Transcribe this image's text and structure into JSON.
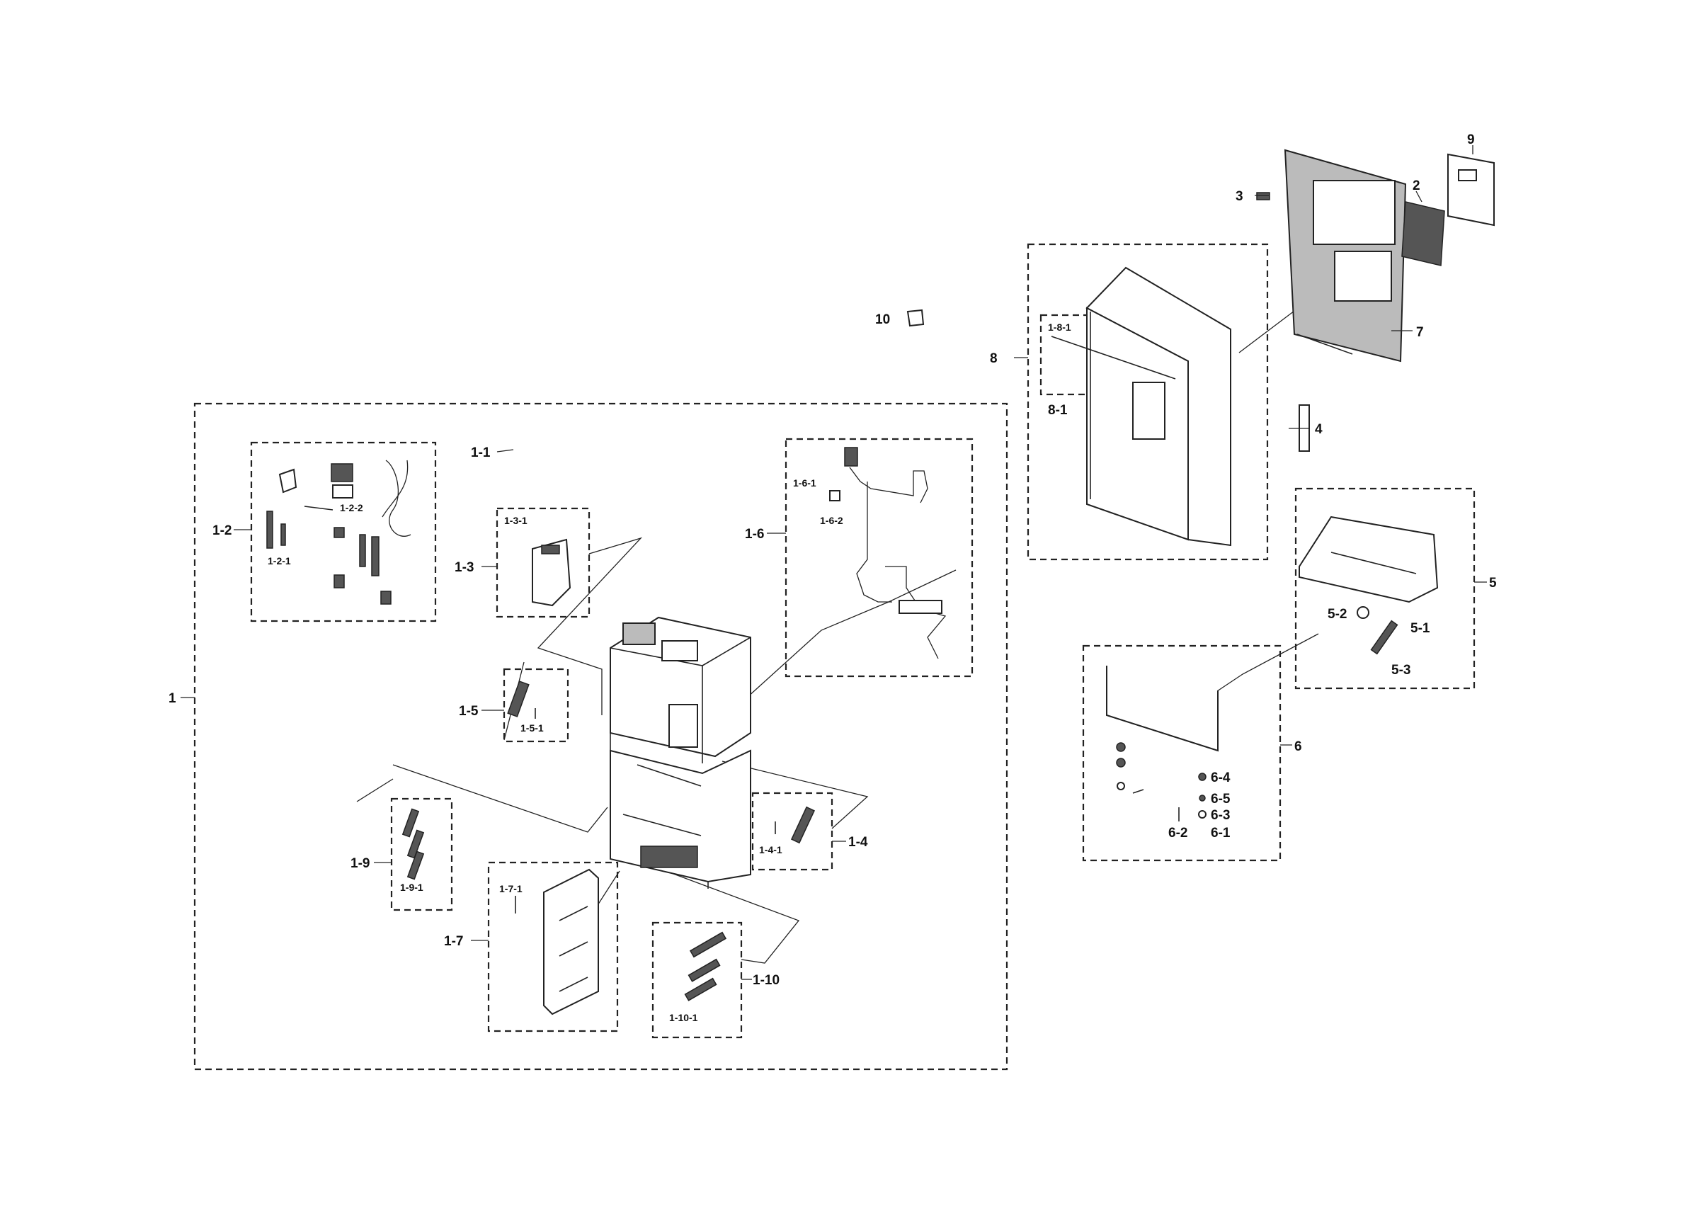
{
  "callouts": {
    "c1": "1",
    "c1_1": "1-1",
    "c1_2": "1-2",
    "c1_2_1": "1-2-1",
    "c1_2_2": "1-2-2",
    "c1_3": "1-3",
    "c1_3_1": "1-3-1",
    "c1_4": "1-4",
    "c1_4_1": "1-4-1",
    "c1_5": "1-5",
    "c1_5_1": "1-5-1",
    "c1_6": "1-6",
    "c1_6_1": "1-6-1",
    "c1_6_2": "1-6-2",
    "c1_7": "1-7",
    "c1_7_1": "1-7-1",
    "c1_9": "1-9",
    "c1_9_1": "1-9-1",
    "c1_10": "1-10",
    "c1_10_1": "1-10-1",
    "c2": "2",
    "c3": "3",
    "c4": "4",
    "c5": "5",
    "c5_1": "5-1",
    "c5_2": "5-2",
    "c5_3": "5-3",
    "c6": "6",
    "c6_1": "6-1",
    "c6_2": "6-2",
    "c6_3": "6-3",
    "c6_4": "6-4",
    "c6_5": "6-5",
    "c7": "7",
    "c8": "8",
    "c8_1": "8-1",
    "c8_1_1": "1-8-1",
    "c9": "9",
    "c10": "10"
  }
}
